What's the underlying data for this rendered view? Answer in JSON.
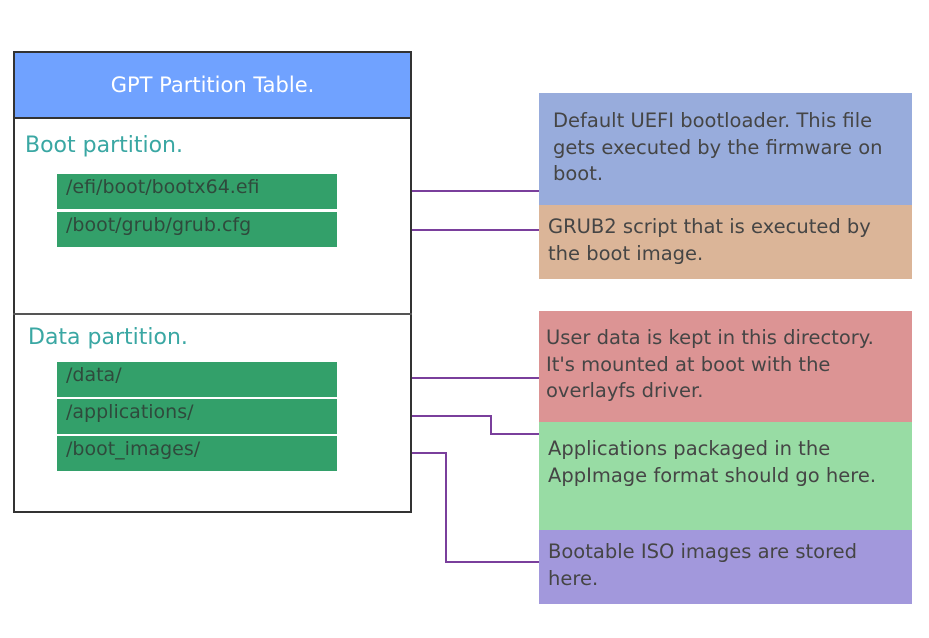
{
  "table": {
    "title": "GPT Partition Table.",
    "header_color": "#70a2ff"
  },
  "boot_partition": {
    "label": "Boot partition.",
    "files": [
      "/efi/boot/bootx64.efi",
      "/boot/grub/grub.cfg"
    ]
  },
  "data_partition": {
    "label": "Data partition.",
    "files": [
      "/data/",
      "/applications/",
      "/boot_images/"
    ]
  },
  "notes": {
    "bootx64": {
      "text": "Default UEFI bootloader. This file gets executed by the firmware on boot.",
      "color": "#98acdc"
    },
    "grub_cfg": {
      "text": "GRUB2 script that is executed by the boot image.",
      "color": "#dbb598"
    },
    "data": {
      "text": "User data is kept in this directory. It's mounted at boot with the overlayfs driver.",
      "color": "#dc9494"
    },
    "applications": {
      "text": "Applications packaged in the AppImage format should go here.",
      "color": "#98dca4"
    },
    "boot_images": {
      "text": "Bootable ISO images are stored here.",
      "color": "#a298dc"
    }
  },
  "colors": {
    "file_item": "#33a06a",
    "partition_label": "#3aa7a3",
    "connector": "#7a3f9c"
  }
}
